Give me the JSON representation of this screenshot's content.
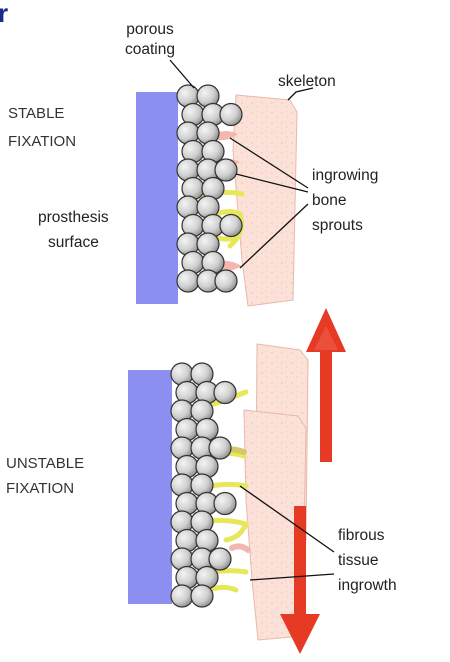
{
  "corner_glyph": "r",
  "labels": {
    "porous_coating_1": "porous",
    "porous_coating_2": "coating",
    "skeleton": "skeleton",
    "stable_1": "STABLE",
    "stable_2": "FIXATION",
    "ingrowing_1": "ingrowing",
    "ingrowing_2": "bone",
    "ingrowing_3": "sprouts",
    "prosthesis_1": "prosthesis",
    "prosthesis_2": "surface",
    "unstable_1": "UNSTABLE",
    "unstable_2": "FIXATION",
    "fibrous_1": "fibrous",
    "fibrous_2": "tissue",
    "fibrous_3": "ingrowth"
  },
  "colors": {
    "prosthesis": "#8c8ff0",
    "bone": "#fbe1d8",
    "bone_stroke": "#e9b9a8",
    "bead_fill": "#d9d9d9",
    "bead_stroke": "#333333",
    "sprout": "#f4b7b0",
    "fibrous": "#e6e85a",
    "fibrous_dark": "#d4c86a",
    "arrow": "#e63a24",
    "corner": "#1a2a8c"
  }
}
